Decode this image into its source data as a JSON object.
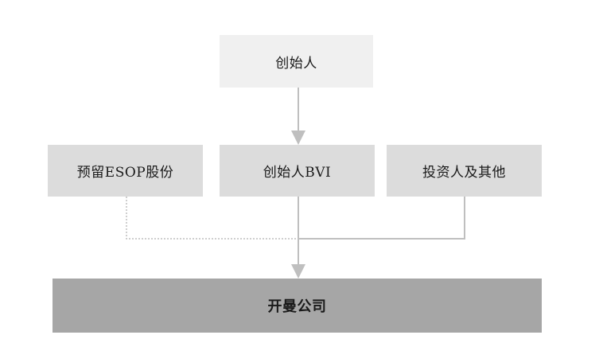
{
  "nodes": {
    "founder": "创始人",
    "esop": "预留ESOP股份",
    "founder_bvi": "创始人BVI",
    "investors": "投资人及其他",
    "company": "开曼公司"
  },
  "colors": {
    "top_box": "#f0f0f0",
    "middle_box": "#dcdcdc",
    "bottom_box": "#a6a6a6",
    "connector": "#bfbfbf"
  }
}
